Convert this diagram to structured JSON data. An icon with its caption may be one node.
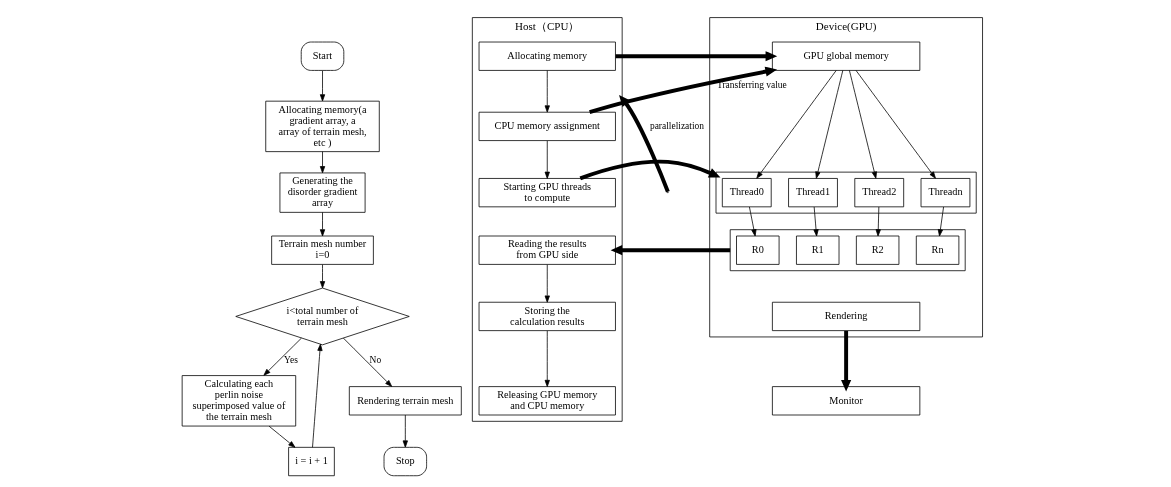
{
  "diagram": {
    "nodes": [
      {
        "text": [
          "Start"
        ]
      },
      {
        "text": [
          "Allocating memory(a gradient array, a array of terrain mesh, etc )"
        ]
      },
      {
        "text": [
          "Generating the disorder gradient array"
        ]
      },
      {
        "text": [
          "Terrain mesh number i=0"
        ]
      },
      {
        "text": [
          "i<total number of terrain mesh"
        ]
      },
      {
        "text": [
          "Calculating each perlin noise superimposed value of the terrain mesh"
        ]
      },
      {
        "text": [
          "i = i + 1"
        ]
      },
      {
        "text": [
          "Rendering terrain mesh"
        ]
      },
      {
        "text": [
          "Stop"
        ]
      },
      {
        "text": [
          "Host（CPU）"
        ]
      },
      {
        "text": [
          "Allocating memory"
        ],
        "in": 9
      },
      {
        "text": [
          "CPU memory assignment"
        ],
        "in": 9
      },
      {
        "text": [
          "Starting GPU threads to compute"
        ],
        "in": 9
      },
      {
        "text": [
          "Reading the results from GPU side"
        ],
        "in": 9
      },
      {
        "text": [
          "Storing the calculation results"
        ],
        "in": 9
      },
      {
        "text": [
          "Releasing GPU memory and CPU memory"
        ],
        "in": 9
      },
      {
        "text": [
          "Device(GPU)"
        ]
      },
      {
        "text": [
          "GPU global memory"
        ],
        "in": 16
      },
      {
        "text": [],
        "shape": "box",
        "in": 16
      },
      {
        "text": [
          "Thread0"
        ],
        "in": 18
      },
      {
        "text": [
          "Thread1"
        ],
        "in": 18
      },
      {
        "text": [
          "Thread2"
        ],
        "in": 18
      },
      {
        "text": [
          "Threadn"
        ],
        "in": 18
      },
      {
        "text": [],
        "shape": "box",
        "in": 16
      },
      {
        "text": [
          "R0"
        ],
        "in": 23
      },
      {
        "text": [
          "R1"
        ],
        "in": 23
      },
      {
        "text": [
          "R2"
        ],
        "in": 23
      },
      {
        "text": [
          "Rn"
        ],
        "in": 23
      },
      {
        "text": [
          "Rendering"
        ],
        "in": 16
      },
      {
        "text": [
          "Monitor"
        ]
      }
    ],
    "edges": [
      {
        "from": 0,
        "to": 1,
        "arrow": "to"
      },
      {
        "from": 1,
        "to": 2,
        "arrow": "to"
      },
      {
        "from": 2,
        "to": 3,
        "arrow": "to"
      },
      {
        "from": 3,
        "to": 4,
        "arrow": "to"
      },
      {
        "from": 4,
        "to": 5,
        "arrow": "to",
        "label": "Yes"
      },
      {
        "from": 5,
        "to": 6,
        "arrow": "to"
      },
      {
        "from": 6,
        "to": 4,
        "arrow": "to"
      },
      {
        "from": 4,
        "to": 7,
        "arrow": "to",
        "label": "No"
      },
      {
        "from": 7,
        "to": 8,
        "arrow": "to"
      },
      {
        "from": null,
        "to": 9,
        "arrow": "to",
        "label": "parallelization",
        "style": "thick"
      },
      {
        "from": 10,
        "to": 11,
        "arrow": "to"
      },
      {
        "from": 11,
        "to": 12,
        "arrow": "to"
      },
      {
        "from": 13,
        "to": 14,
        "arrow": "to"
      },
      {
        "from": 14,
        "to": 15,
        "arrow": "to"
      },
      {
        "from": 10,
        "to": 17,
        "arrow": "to",
        "style": "thick"
      },
      {
        "from": 11,
        "to": 17,
        "arrow": "to",
        "style": "thick",
        "label": "Transferring value"
      },
      {
        "from": 12,
        "to": 18,
        "arrow": "to",
        "style": "thick"
      },
      {
        "from": 23,
        "to": 13,
        "arrow": "to",
        "style": "thick"
      },
      {
        "from": 17,
        "to": 19,
        "arrow": "to"
      },
      {
        "from": 17,
        "to": 20,
        "arrow": "to"
      },
      {
        "from": 17,
        "to": 21,
        "arrow": "to"
      },
      {
        "from": 17,
        "to": 22,
        "arrow": "to"
      },
      {
        "from": 19,
        "to": 24,
        "arrow": "to"
      },
      {
        "from": 20,
        "to": 25,
        "arrow": "to"
      },
      {
        "from": 21,
        "to": 26,
        "arrow": "to"
      },
      {
        "from": 22,
        "to": 27,
        "arrow": "to"
      },
      {
        "from": 28,
        "to": 29,
        "arrow": "to",
        "style": "thick"
      }
    ]
  }
}
